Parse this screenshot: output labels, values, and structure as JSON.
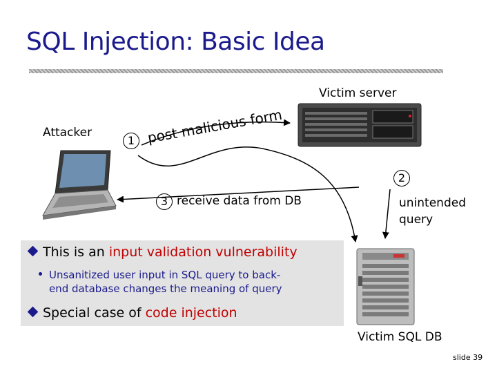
{
  "title": "SQL Injection: Basic Idea",
  "labels": {
    "victim_server": "Victim server",
    "attacker": "Attacker",
    "victim_db": "Victim SQL DB",
    "unintended_line1": "unintended",
    "unintended_line2": "query",
    "post_form": "post malicious form",
    "receive": "receive data from DB"
  },
  "steps": [
    "1",
    "2",
    "3"
  ],
  "bullets": {
    "b1_text": "This is an ",
    "b1_highlight": "input validation vulnerability",
    "sub_line1": "Unsanitized user input in SQL query to back-",
    "sub_line2": "end database changes the meaning of query",
    "b2_text": "Special case of ",
    "b2_highlight": "code injection"
  },
  "slide_number": "slide 39"
}
